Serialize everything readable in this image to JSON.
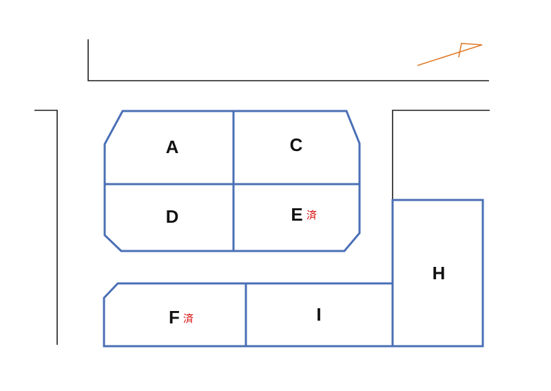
{
  "lots": {
    "A": {
      "label": "A"
    },
    "C": {
      "label": "C"
    },
    "D": {
      "label": "D"
    },
    "E": {
      "label": "E",
      "status": "済"
    },
    "F": {
      "label": "F",
      "status": "済"
    },
    "H": {
      "label": "H"
    },
    "I": {
      "label": "I"
    }
  },
  "colors": {
    "lot_border": "#4a6fb5",
    "road": "#1a1a1a",
    "north_arrow": "#e07b2a",
    "status": "#d40000"
  },
  "icons": {
    "north_arrow": "north-arrow-icon"
  }
}
